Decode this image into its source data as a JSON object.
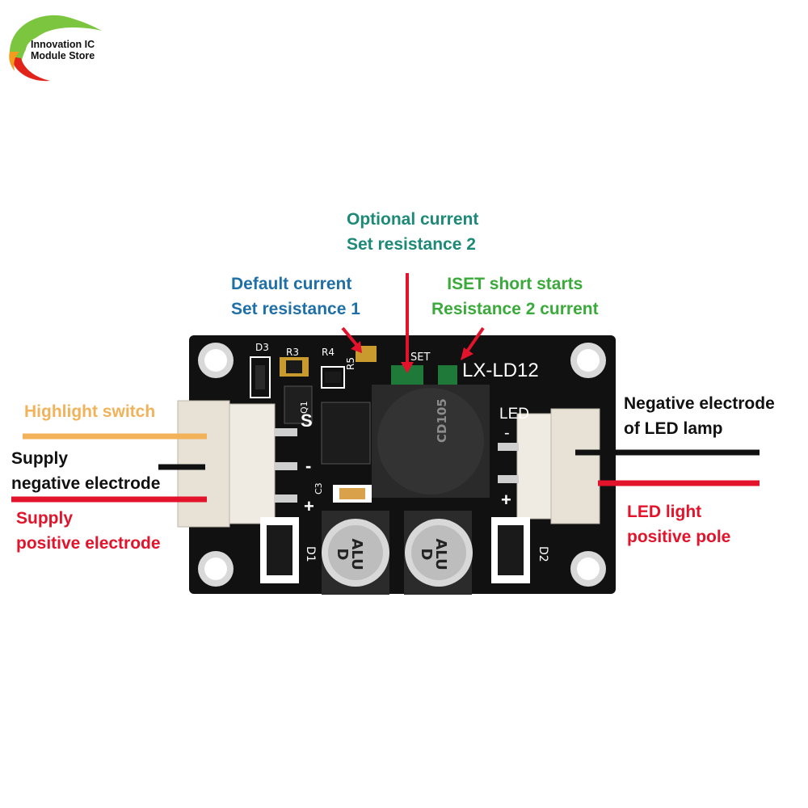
{
  "logo": {
    "line1": "Innovation IC",
    "line2": "Module Store",
    "colors": {
      "green": "#7cc63f",
      "orange": "#f39b1d",
      "red": "#e2231a"
    }
  },
  "board": {
    "model": "LX-LD12",
    "silkscreen": {
      "d3": "D3",
      "r3": "R3",
      "r4": "R4",
      "r5": "R5",
      "set": "SET",
      "led": "LED",
      "led_minus": "-",
      "led_plus": "+",
      "s": "S",
      "q1": "Q1",
      "c3": "C3",
      "in_minus": "-",
      "in_plus": "+",
      "d1": "D1",
      "d2": "D2",
      "inductor": "CD105",
      "cap_left_line1": "ALU",
      "cap_left_line2": "D",
      "cap_right_line1": "ALU",
      "cap_right_line2": "D"
    },
    "colors": {
      "pcb": "#111111",
      "connector": "#ece6dc",
      "silk": "#ffffff"
    }
  },
  "callouts": {
    "optional_current": {
      "line1": "Optional current",
      "line2": "Set resistance 2",
      "color": "#1d8a78"
    },
    "default_current": {
      "line1": "Default current",
      "line2": "Set resistance 1",
      "color": "#1f6fa8"
    },
    "iset_short": {
      "line1": "ISET short starts",
      "line2": "Resistance 2 current",
      "color": "#3aaa3a"
    },
    "highlight_switch": {
      "line1": "Highlight switch",
      "color": "#f2b25a"
    },
    "supply_negative": {
      "line1": "Supply",
      "line2": "negative electrode",
      "color": "#111111"
    },
    "supply_positive": {
      "line1": "Supply",
      "line2": "positive electrode",
      "color": "#e2132a"
    },
    "led_negative": {
      "line1": "Negative electrode",
      "line2": "of LED lamp",
      "color": "#111111"
    },
    "led_positive": {
      "line1": "LED light",
      "line2": "positive pole",
      "color": "#e2132a"
    }
  },
  "wires": {
    "orange": "#f2b25a",
    "black": "#111111",
    "red": "#e2132a"
  }
}
